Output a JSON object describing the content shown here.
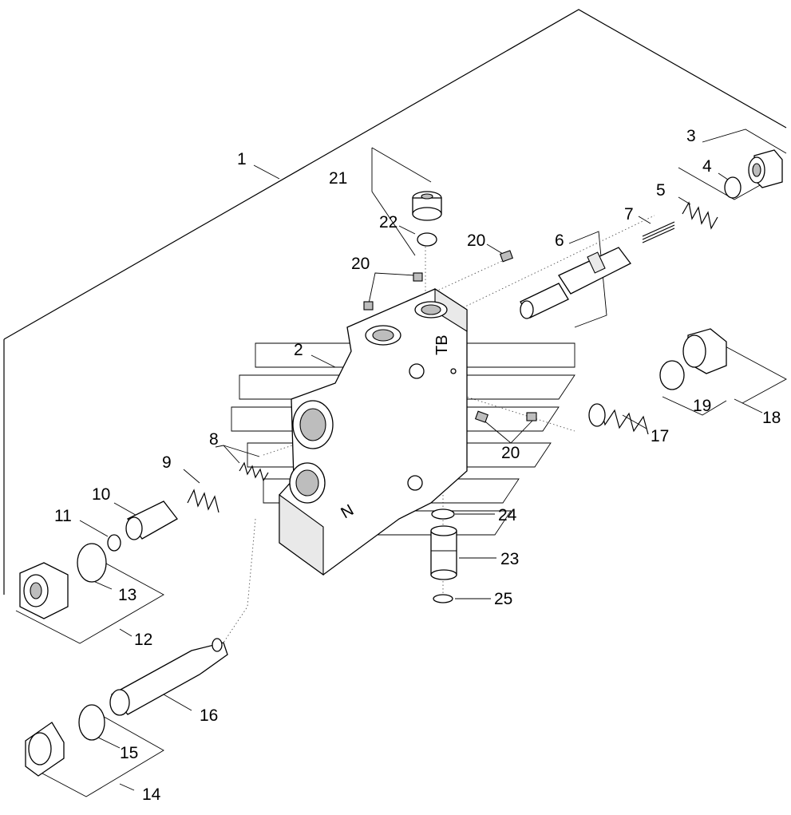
{
  "diagram": {
    "callouts": [
      "1",
      "2",
      "3",
      "4",
      "5",
      "6",
      "7",
      "8",
      "9",
      "10",
      "11",
      "12",
      "13",
      "14",
      "15",
      "16",
      "17",
      "18",
      "19",
      "20",
      "20",
      "20",
      "21",
      "22",
      "23",
      "24",
      "25"
    ],
    "body_stamps": [
      "TB",
      "N"
    ],
    "colors": {
      "line": "#000000",
      "background": "#ffffff",
      "shade": "#e9e9e9"
    }
  }
}
